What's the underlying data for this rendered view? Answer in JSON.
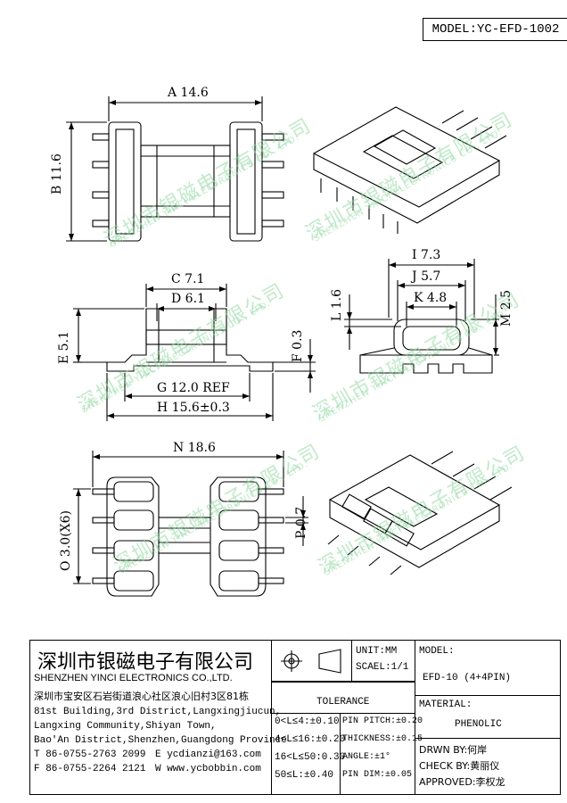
{
  "model_label": "MODEL:YC-EFD-1002",
  "dimensions": {
    "a": "A 14.6",
    "b": "B 11.6",
    "c": "C 7.1",
    "d": "D 6.1",
    "e": "E 5.1",
    "f": "F 0.3",
    "g": "G 12.0 REF",
    "h": "H 15.6±0.3",
    "i": "I 7.3",
    "j": "J 5.7",
    "k": "K 4.8",
    "l": "L 1.6",
    "m": "M 2.5",
    "n": "N 18.6",
    "o": "O 3.0(X6)",
    "p": "P 0.7"
  },
  "watermark": {
    "cn": "深圳市银磁电子有限公司",
    "en": "SHENZHEN YINCI ELECTRONICS CO., LTD."
  },
  "company": {
    "name_cn": "深圳市银磁电子有限公司",
    "name_en": "SHENZHEN YINCI ELECTRONICS CO.,LTD.",
    "address_cn": "深圳市宝安区石岩街道浪心社区浪心旧村3区81栋",
    "address_en_1": "81st Building,3rd District,Langxingjiucun,",
    "address_en_2": "Langxing Community,Shiyan Town,",
    "address_en_3": "Bao'An District,Shenzhen,Guangdong Province",
    "tel": "T 86-0755-2763 2099",
    "fax": "F 86-0755-2264 2121",
    "email": "E ycdianzi@163.com",
    "web": "W www.ycbobbin.com"
  },
  "title_block": {
    "unit": "UNIT:MM",
    "scale": "SCAEL:1/1",
    "model_label": "MODEL:",
    "model_value": "EFD-10 (4+4PIN)",
    "material_label": "MATERIAL:",
    "material_value": "PHENOLIC",
    "tolerance_label": "TOLERANCE",
    "tol_1": "0<L≤4:±0.10",
    "tol_2": "4<L≤16:±0.20",
    "tol_3": "16<L≤50:0.30",
    "tol_4": "50≤L:±0.40",
    "pin_pitch": "PIN PITCH:±0.20",
    "thickness": "THICKNESS:±0.15",
    "angle": "ANGLE:±1°",
    "pin_dim": "PIN DIM:±0.05",
    "drawn_by": "DRWN BY:何岸",
    "check_by": "CHECK BY:黄丽仪",
    "approved": "APPROVED:李权龙"
  }
}
